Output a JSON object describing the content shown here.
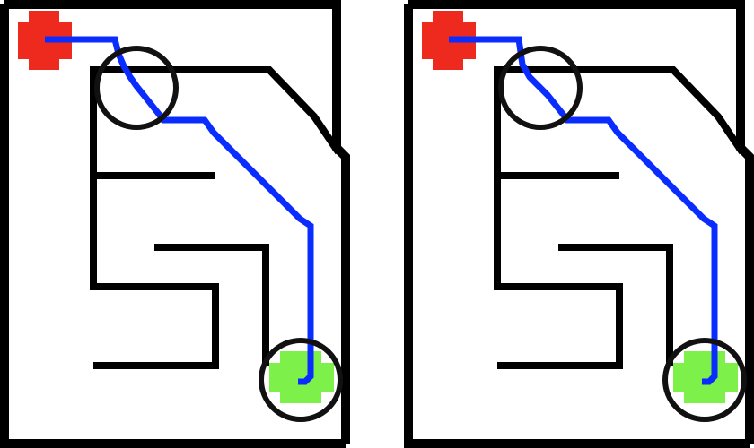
{
  "colors": {
    "background": "#ffffff",
    "walls": "#000000",
    "path": "#0a2cff",
    "start": "#ee2a1e",
    "goal": "#7df04a",
    "highlight_ring": "#111111"
  },
  "legend": {
    "start_marker": "red-start-marker",
    "goal_marker": "green-goal-marker",
    "path": "blue-planned-path",
    "highlight": "black-circle-highlight"
  },
  "panels": [
    {
      "id": "left",
      "path_variant": "stepped"
    },
    {
      "id": "right",
      "path_variant": "stepped-alt"
    }
  ]
}
